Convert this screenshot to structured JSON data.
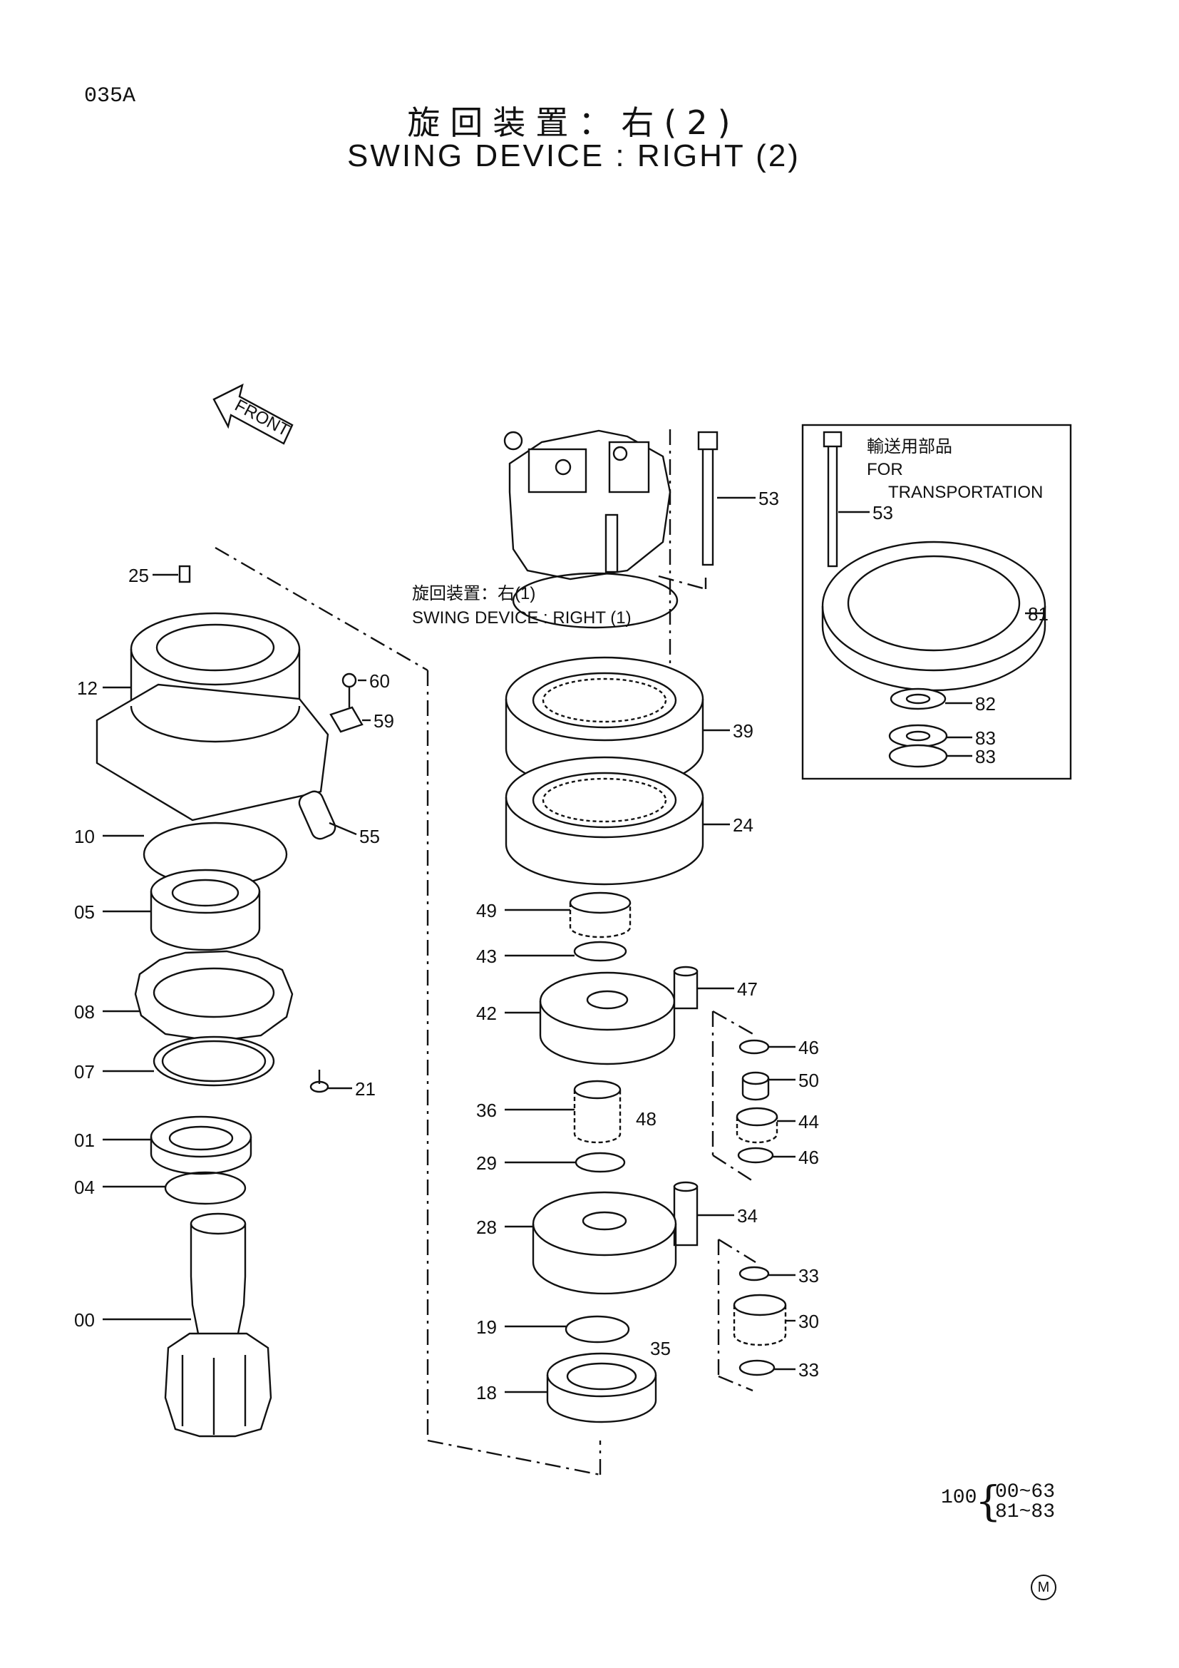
{
  "header": {
    "page_code": "035A",
    "title_jp": "旋回装置：右(2)",
    "title_en": "SWING DEVICE : RIGHT (2)"
  },
  "front_arrow": {
    "label": "FRONT"
  },
  "reference": {
    "label_jp": "旋回装置：右(1)",
    "label_en": "SWING DEVICE : RIGHT (1)"
  },
  "transport_box": {
    "label_jp": "輸送用部品",
    "label_en_1": "FOR",
    "label_en_2": "TRANSPORTATION"
  },
  "callouts": [
    {
      "id": "25"
    },
    {
      "id": "12"
    },
    {
      "id": "60"
    },
    {
      "id": "59"
    },
    {
      "id": "10"
    },
    {
      "id": "55"
    },
    {
      "id": "05"
    },
    {
      "id": "08"
    },
    {
      "id": "07"
    },
    {
      "id": "21"
    },
    {
      "id": "01"
    },
    {
      "id": "04"
    },
    {
      "id": "00"
    },
    {
      "id": "53"
    },
    {
      "id": "39"
    },
    {
      "id": "24"
    },
    {
      "id": "49"
    },
    {
      "id": "43"
    },
    {
      "id": "47"
    },
    {
      "id": "42"
    },
    {
      "id": "46"
    },
    {
      "id": "50"
    },
    {
      "id": "48"
    },
    {
      "id": "36"
    },
    {
      "id": "44"
    },
    {
      "id": "46"
    },
    {
      "id": "29"
    },
    {
      "id": "34"
    },
    {
      "id": "28"
    },
    {
      "id": "33"
    },
    {
      "id": "30"
    },
    {
      "id": "19"
    },
    {
      "id": "35"
    },
    {
      "id": "33"
    },
    {
      "id": "18"
    },
    {
      "id": "53"
    },
    {
      "id": "81"
    },
    {
      "id": "82"
    },
    {
      "id": "83"
    },
    {
      "id": "83"
    }
  ],
  "footer": {
    "qty": "100",
    "range_1": "00~63",
    "range_2": "81~83",
    "mark": "M"
  }
}
